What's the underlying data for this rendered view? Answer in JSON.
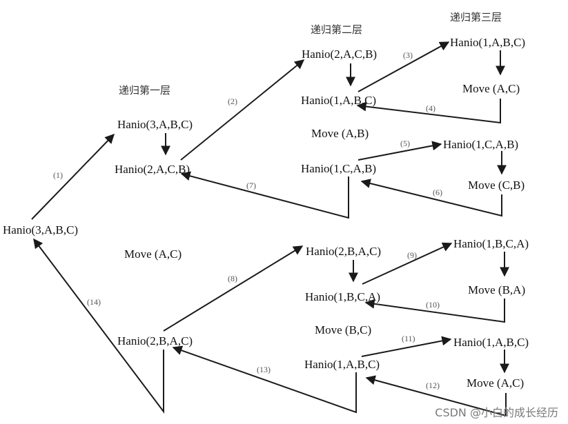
{
  "layers": {
    "first": "递归第一层",
    "second": "递归第二层",
    "third": "递归第三层"
  },
  "nodes": {
    "root": "Hanio(3,A,B,C)",
    "l1_call": "Hanio(3,A,B,C)",
    "l1_left": "Hanio(2,A,C,B)",
    "l1_move": "Move  (A,C)",
    "l1_right": "Hanio(2,B,A,C)",
    "l2a_call": "Hanio(2,A,C,B)",
    "l2a_left": "Hanio(1,A,B,C)",
    "l2a_move": "Move  (A,B)",
    "l2a_right": "Hanio(1,C,A,B)",
    "l2b_call": "Hanio(2,B,A,C)",
    "l2b_left": "Hanio(1,B,C,A)",
    "l2b_move": "Move  (B,C)",
    "l2b_right": "Hanio(1,A,B,C)",
    "l3_1_call": "Hanio(1,A,B,C)",
    "l3_1_move": "Move  (A,C)",
    "l3_2_call": "Hanio(1,C,A,B)",
    "l3_2_move": "Move  (C,B)",
    "l3_3_call": "Hanio(1,B,C,A)",
    "l3_3_move": "Move  (B,A)",
    "l3_4_call": "Hanio(1,A,B,C)",
    "l3_4_move": "Move  (A,C)"
  },
  "steps": [
    "(1)",
    "(2)",
    "(3)",
    "(4)",
    "(5)",
    "(6)",
    "(7)",
    "(8)",
    "(9)",
    "(10)",
    "(11)",
    "(12)",
    "(13)",
    "(14)"
  ],
  "watermark": "CSDN @小白的成长经历",
  "colors": {
    "ink": "#1a1a1a",
    "step": "#555555",
    "watermark": "#7a7a7a"
  }
}
